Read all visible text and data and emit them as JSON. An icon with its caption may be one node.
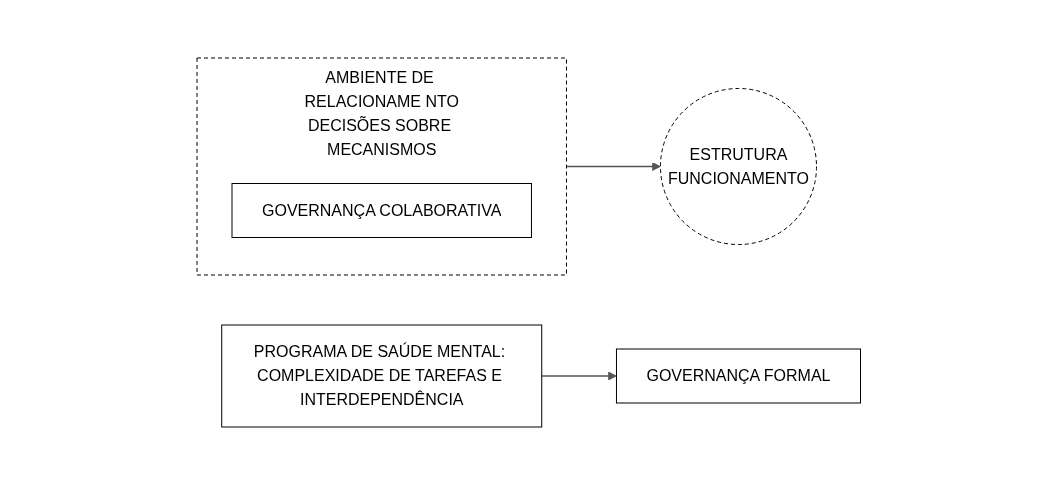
{
  "diagram": {
    "nodes": [
      {
        "text": [
          "PROGRAMA DE SAÚDE MENTAL: COMPLEXIDADE DE TAREFAS E INTERDEPENDÊNCIA"
        ]
      },
      {
        "text": [
          "GOVERNANÇA FORMAL"
        ]
      },
      {
        "text": [
          "AMBIENTE DE RELACIONAME NTO",
          "DECISÕES SOBRE MECANISMOS"
        ]
      },
      {
        "text": [
          "GOVERNANÇA COLABORATIVA"
        ],
        "in": 2
      },
      {
        "text": [
          "ESTRUTURA",
          "FUNCIONAMENTO"
        ]
      }
    ],
    "edges": [
      {
        "from": 0,
        "to": 1,
        "arrow": "to"
      },
      {
        "from": 2,
        "to": 4,
        "arrow": "to"
      }
    ]
  }
}
